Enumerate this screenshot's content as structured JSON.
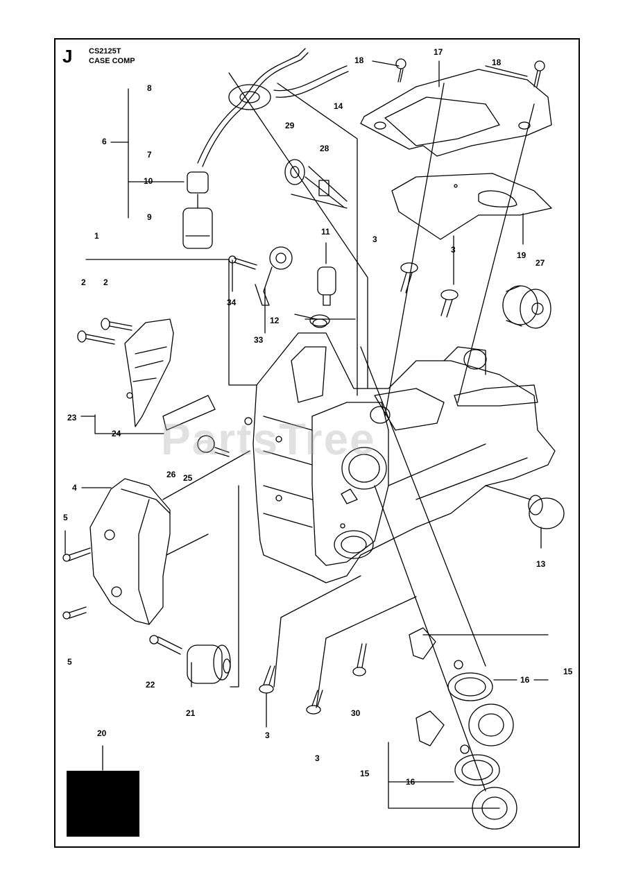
{
  "header": {
    "section_letter": "J",
    "model": "CS2125T",
    "page_title": "CASE COMP"
  },
  "watermark": "PartsTree",
  "colors": {
    "line": "#000000",
    "background": "#ffffff",
    "watermark": "#aaaaaa",
    "fill_block": "#000000"
  },
  "callouts": {
    "c1": "1",
    "c2a": "2",
    "c2b": "2",
    "c3a": "3",
    "c3b": "3",
    "c3c": "3",
    "c3d": "3",
    "c4": "4",
    "c5a": "5",
    "c5b": "5",
    "c6": "6",
    "c7": "7",
    "c8": "8",
    "c9": "9",
    "c10": "10",
    "c11": "11",
    "c12": "12",
    "c13": "13",
    "c14": "14",
    "c15a": "15",
    "c15b": "15",
    "c16a": "16",
    "c16b": "16",
    "c17": "17",
    "c18a": "18",
    "c18b": "18",
    "c19": "19",
    "c20": "20",
    "c21": "21",
    "c22": "22",
    "c23": "23",
    "c24": "24",
    "c25": "25",
    "c26": "26",
    "c27": "27",
    "c28": "28",
    "c29": "29",
    "c30": "30",
    "c33": "33",
    "c34": "34"
  }
}
